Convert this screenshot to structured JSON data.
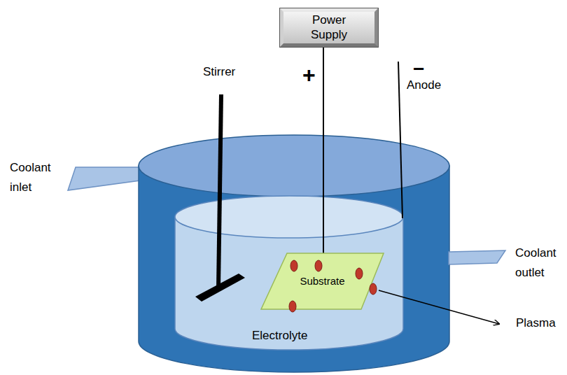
{
  "diagram": {
    "nodes": [
      {
        "text": [
          "Power Supply"
        ]
      },
      {
        "text": [
          "Substrate"
        ]
      }
    ],
    "edges": [
      {
        "from": 0,
        "to": 1,
        "arrow": "none"
      }
    ],
    "labels": [
      "+",
      "−",
      "Anode",
      "Stirrer",
      "Coolant inlet",
      "Coolant outlet",
      "Electrolyte",
      "Plasma"
    ]
  }
}
